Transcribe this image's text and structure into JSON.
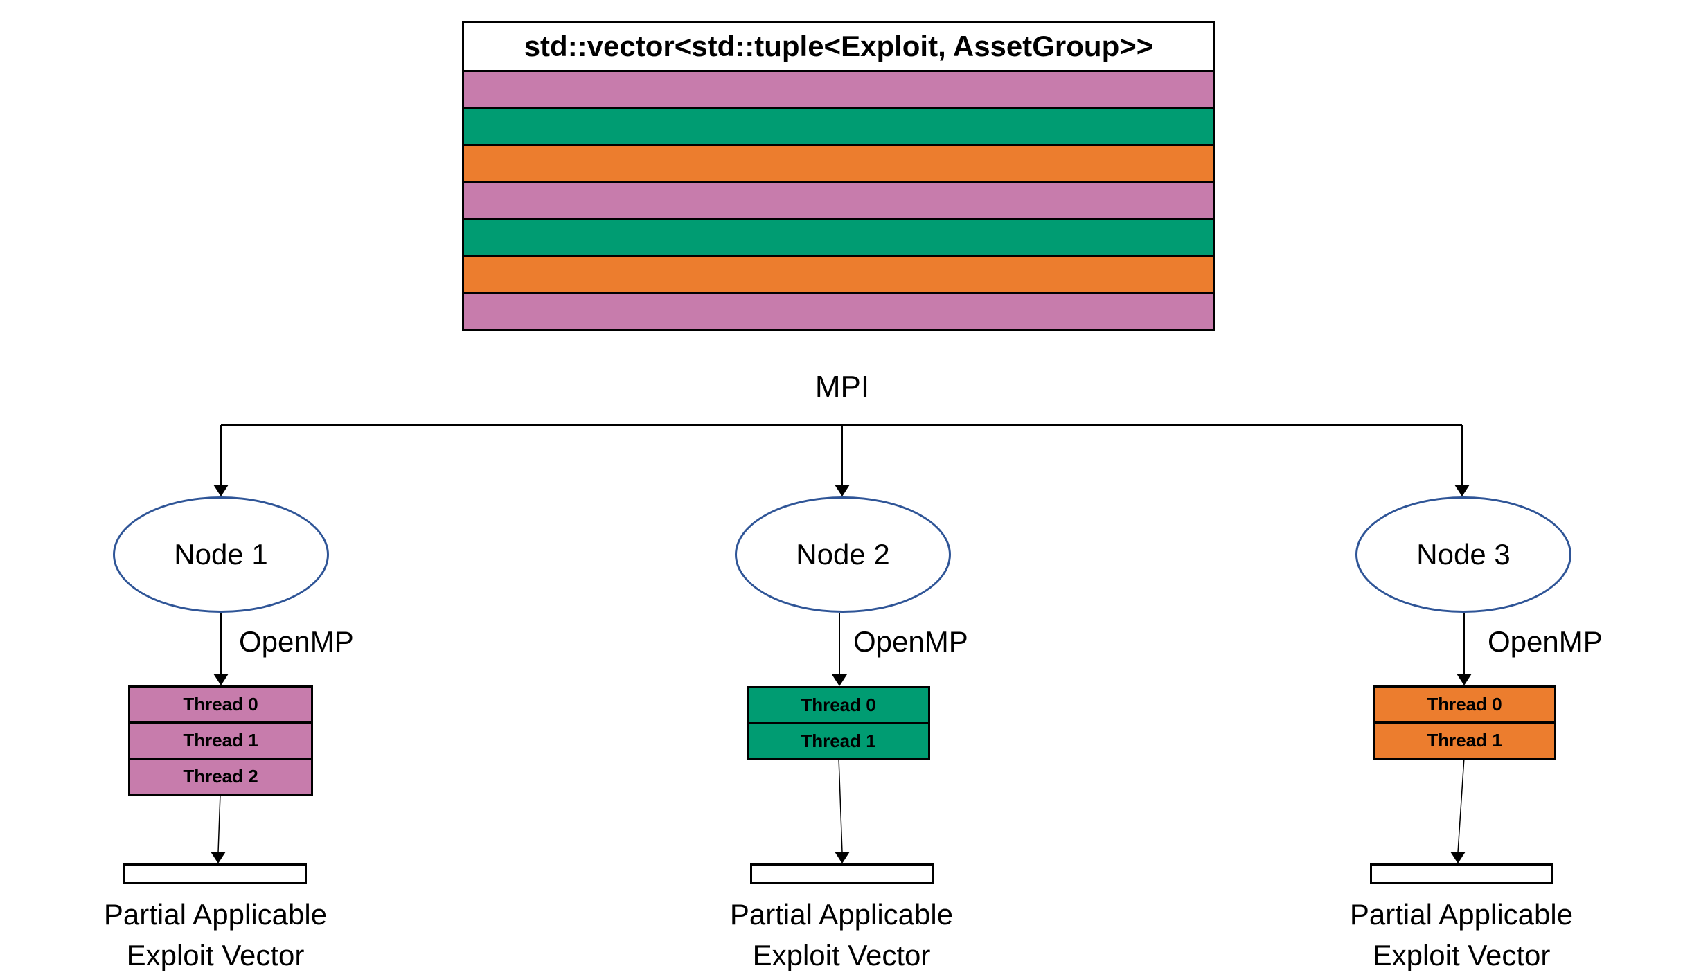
{
  "vector_box": {
    "title": "std::vector<std::tuple<Exploit, AssetGroup>>",
    "stripe_colors": [
      "#C77CAC",
      "#009C72",
      "#EC7D2E",
      "#C77CAC",
      "#009C72",
      "#EC7D2E",
      "#C77CAC"
    ]
  },
  "mpi_label": "MPI",
  "nodes": [
    {
      "label": "Node 1",
      "color": "#C77CAC",
      "openmp_label": "OpenMP",
      "threads": [
        "Thread 0",
        "Thread 1",
        "Thread 2"
      ],
      "output_label_line1": "Partial Applicable",
      "output_label_line2": "Exploit Vector"
    },
    {
      "label": "Node 2",
      "color": "#009C72",
      "openmp_label": "OpenMP",
      "threads": [
        "Thread 0",
        "Thread 1"
      ],
      "output_label_line1": "Partial Applicable",
      "output_label_line2": "Exploit Vector"
    },
    {
      "label": "Node 3",
      "color": "#EC7D2E",
      "openmp_label": "OpenMP",
      "threads": [
        "Thread 0",
        "Thread 1"
      ],
      "output_label_line1": "Partial Applicable",
      "output_label_line2": "Exploit Vector"
    }
  ],
  "colors": {
    "ellipse_border": "#2F5597",
    "line": "#000000"
  }
}
